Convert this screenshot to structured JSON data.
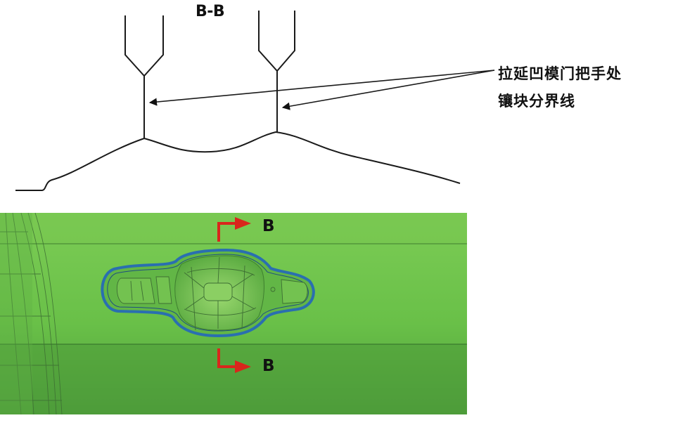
{
  "section": {
    "title": "B-B"
  },
  "callout": {
    "line1": "拉延凹模门把手处",
    "line2": "镶块分界线"
  },
  "cut_markers": {
    "top": "B",
    "bottom": "B"
  },
  "colors": {
    "panel_green": "#6cc24a",
    "panel_dark": "#4fa83a",
    "inset_blue": "#2a6fb0",
    "arrow_red": "#d9261c",
    "line": "#1a1a1a"
  }
}
